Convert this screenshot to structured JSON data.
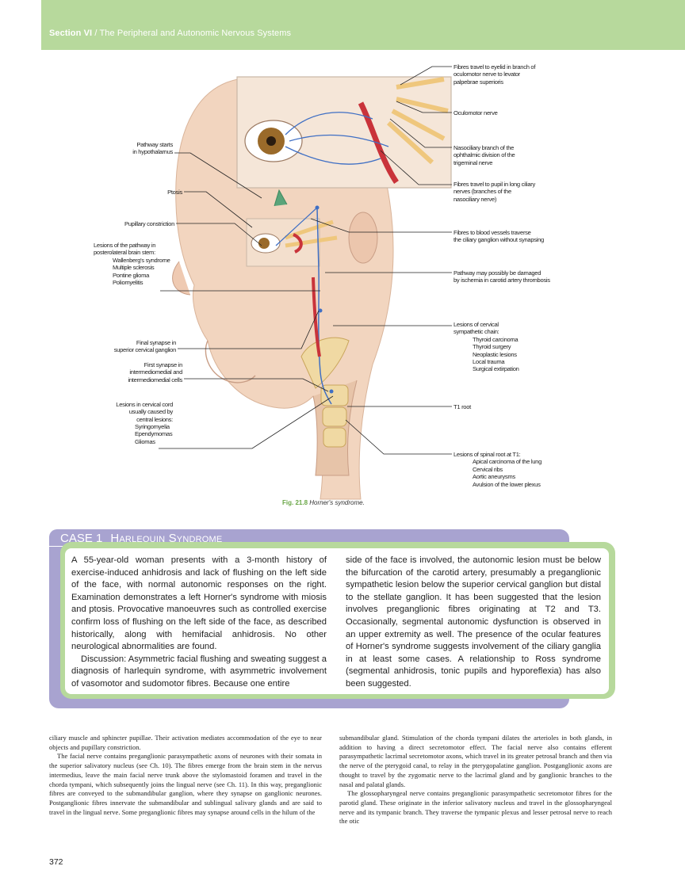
{
  "header": {
    "section": "Section VI",
    "title": "The Peripheral and Autonomic Nervous Systems"
  },
  "figure": {
    "labels_left": {
      "pathway_starts": [
        "Pathway starts",
        "in hypothalamus"
      ],
      "ptosis": "Ptosis",
      "pupillary": "Pupillary constriction",
      "lesions_brainstem": [
        "Lesions of the pathway in",
        "posterolateral brain stem:"
      ],
      "lesions_brainstem_items": [
        "Wallenberg's syndrome",
        "Multiple sclerosis",
        "Pontine glioma",
        "Poliomyelitis"
      ],
      "final_synapse": [
        "Final synapse in",
        "superior cervical ganglion"
      ],
      "first_synapse": [
        "First synapse in",
        "intermediomedial and",
        "intermediomedial cells"
      ],
      "lesions_cord": [
        "Lesions in cervical cord",
        "usually caused by",
        "central lesions:"
      ],
      "lesions_cord_items": [
        "Syringomyelia",
        "Ependymomas",
        "Gliomas"
      ]
    },
    "labels_right": {
      "eyelid": [
        "Fibres travel to eyelid in branch of",
        "oculomotor nerve to levator",
        "palpebrae superioris"
      ],
      "oculomotor": "Oculomotor nerve",
      "nasociliary": [
        "Nasociliary branch of the",
        "ophthalmic division of the",
        "trigeminal nerve"
      ],
      "long_ciliary": [
        "Fibres travel to pupil in long ciliary",
        "nerves (branches of the",
        "nasociliary nerve)"
      ],
      "blood_vessels": [
        "Fibres to blood vessels traverse",
        "the ciliary ganglion without synapsing"
      ],
      "ischemia": [
        "Pathway may possibly be damaged",
        "by ischemia in carotid artery thrombosis"
      ],
      "chain": [
        "Lesions of cervical",
        "sympathetic chain:"
      ],
      "chain_items": [
        "Thyroid carcinoma",
        "Thyroid surgery",
        "Neoplastic lesions",
        "Local trauma",
        "Surgical extirpation"
      ],
      "t1_root": "T1 root",
      "spinal_root": "Lesions of spinal root at T1:",
      "spinal_root_items": [
        "Apical carcinoma of the lung",
        "Cervical ribs",
        "Aortic aneurysms",
        "Avulsion of the lower plexus"
      ]
    },
    "caption_fig": "Fig. 21.8",
    "caption_title": "Horner's syndrome."
  },
  "case": {
    "number": "CASE 1",
    "title": "Harlequin Syndrome",
    "col1_p1": "A 55-year-old woman presents with a 3-month history of exercise-induced anhidrosis and lack of flushing on the left side of the face, with normal autonomic responses on the right. Examination demonstrates a left Horner's syndrome with miosis and ptosis. Provocative manoeuvres such as controlled exercise confirm loss of flushing on the left side of the face, as described historically, along with hemifacial anhidrosis. No other neurological abnormalities are found.",
    "col1_p2": "Discussion: Asymmetric facial flushing and sweating suggest a diagnosis of harlequin syndrome, with asymmetric involvement of vasomotor and sudomotor fibres. Because one entire",
    "col2_p1": "side of the face is involved, the autonomic lesion must be below the bifurcation of the carotid artery, presumably a preganglionic sympathetic lesion below the superior cervical ganglion but distal to the stellate ganglion. It has been suggested that the lesion involves preganglionic fibres originating at T2 and T3. Occasionally, segmental autonomic dysfunction is observed in an upper extremity as well. The presence of the ocular features of Horner's syndrome suggests involvement of the ciliary ganglia in at least some cases. A relationship to Ross syndrome (segmental anhidrosis, tonic pupils and hyporeflexia) has also been suggested."
  },
  "body": {
    "col1_p1": "ciliary muscle and sphincter pupillae. Their activation mediates accommodation of the eye to near objects and pupillary constriction.",
    "col1_p2": "The facial nerve contains preganglionic parasympathetic axons of neurones with their somata in the superior salivatory nucleus (see Ch. 10). The fibres emerge from the brain stem in the nervus intermedius, leave the main facial nerve trunk above the stylomastoid foramen and travel in the chorda tympani, which subsequently joins the lingual nerve (see Ch. 11). In this way, preganglionic fibres are conveyed to the submandibular ganglion, where they synapse on ganglionic neurones. Postganglionic fibres innervate the submandibular and sublingual salivary glands and are said to travel in the lingual nerve. Some preganglionic fibres may synapse around cells in the hilum of the",
    "col2_p1": "submandibular gland. Stimulation of the chorda tympani dilates the arterioles in both glands, in addition to having a direct secretomotor effect. The facial nerve also contains efferent parasympathetic lacrimal secretomotor axons, which travel in its greater petrosal branch and then via the nerve of the pterygoid canal, to relay in the pterygopalatine ganglion. Postganglionic axons are thought to travel by the zygomatic nerve to the lacrimal gland and by ganglionic branches to the nasal and palatal glands.",
    "col2_p2": "The glossopharyngeal nerve contains preganglionic parasympathetic secretomotor fibres for the parotid gland. These originate in the inferior salivatory nucleus and travel in the glossopharyngeal nerve and its tympanic branch. They traverse the tympanic plexus and lesser petrosal nerve to reach the otic"
  },
  "page_number": "372",
  "colors": {
    "header_green": "#b7d99c",
    "case_purple": "#a8a3d0",
    "fig_green": "#69a646",
    "nerve_blue": "#3f6fc4",
    "artery_red": "#c9333a"
  }
}
